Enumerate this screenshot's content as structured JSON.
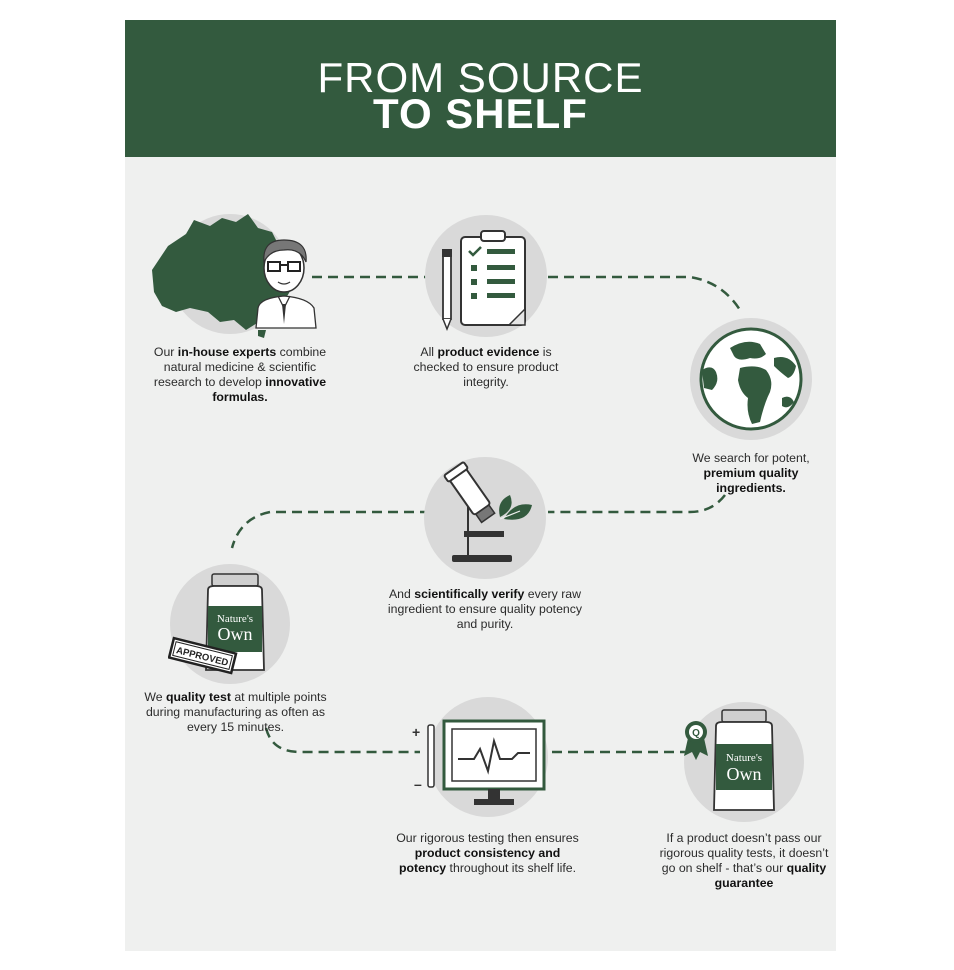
{
  "header": {
    "title_line1": "FROM SOURCE",
    "title_line2": "TO SHELF"
  },
  "colors": {
    "brand_green": "#335a3e",
    "background": "#eff0ef",
    "icon_circle": "#d9d9d9"
  },
  "steps": [
    {
      "icon": "scientist-with-australia-map-icon",
      "parts": [
        {
          "text": "Our ",
          "bold": false
        },
        {
          "text": "in-house experts",
          "bold": true
        },
        {
          "text": " combine natural medicine & scientific research to develop ",
          "bold": false
        },
        {
          "text": "innovative formulas.",
          "bold": true
        }
      ]
    },
    {
      "icon": "clipboard-checklist-icon",
      "parts": [
        {
          "text": "All ",
          "bold": false
        },
        {
          "text": "product evidence",
          "bold": true
        },
        {
          "text": " is checked to ensure product integrity.",
          "bold": false
        }
      ]
    },
    {
      "icon": "globe-icon",
      "parts": [
        {
          "text": "We search for potent, ",
          "bold": false
        },
        {
          "text": "premium quality ingredients.",
          "bold": true
        }
      ]
    },
    {
      "icon": "microscope-leaf-icon",
      "parts": [
        {
          "text": "And ",
          "bold": false
        },
        {
          "text": "scientifically verify",
          "bold": true
        },
        {
          "text": " every raw ingredient to ensure quality potency and purity.",
          "bold": false
        }
      ]
    },
    {
      "icon": "approved-bottle-icon",
      "parts": [
        {
          "text": "We ",
          "bold": false
        },
        {
          "text": "quality test",
          "bold": true
        },
        {
          "text": " at multiple points during manufacturing as often as every 15 minutes.",
          "bold": false
        }
      ]
    },
    {
      "icon": "monitor-heartbeat-icon",
      "parts": [
        {
          "text": "Our rigorous testing then ensures ",
          "bold": false
        },
        {
          "text": "product consistency and potency",
          "bold": true
        },
        {
          "text": " throughout its shelf life.",
          "bold": false
        }
      ]
    },
    {
      "icon": "bottle-rosette-icon",
      "parts": [
        {
          "text": "If a product doesn’t pass our rigorous quality tests, it doesn’t go on shelf - that’s our ",
          "bold": false
        },
        {
          "text": "quality guarantee",
          "bold": true
        }
      ]
    }
  ],
  "bottle_label": {
    "line1": "Nature's",
    "line2": "Own"
  },
  "stamp_label": "APPROVED"
}
